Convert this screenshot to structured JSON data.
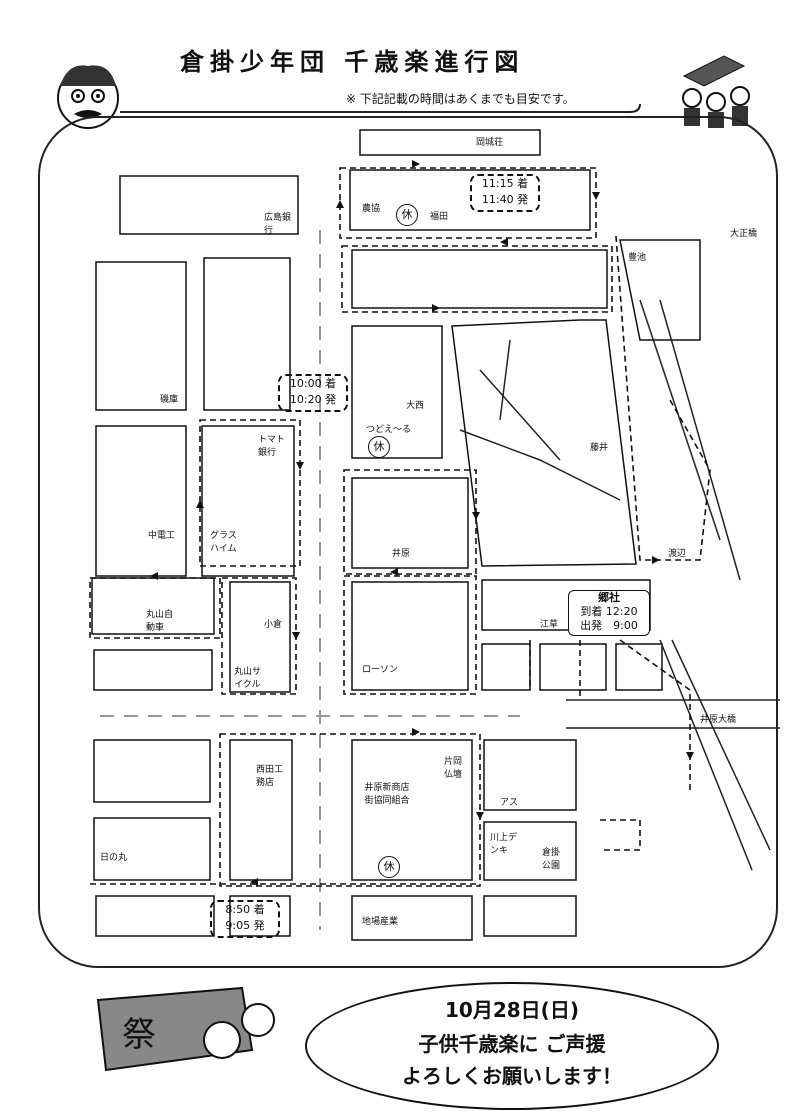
{
  "header": {
    "title": "倉掛少年団 千歳楽進行図",
    "note": "※ 下記記載の時間はあくまでも目安です。"
  },
  "map": {
    "places": [
      "岡城荘",
      "農協",
      "福田",
      "広島銀行",
      "大正橋",
      "豊池",
      "磯庫",
      "大西",
      "つどえ～る",
      "トマト銀行",
      "藤井",
      "中電工",
      "グラスハイム",
      "井原",
      "渡辺",
      "丸山自動車",
      "小倉",
      "郷社",
      "江草",
      "丸山サイクル",
      "ローソン",
      "井原大橋",
      "西田工務店",
      "片岡仏壇",
      "井原新商店街協同組合",
      "アス",
      "川上デンキ",
      "倉掛公園",
      "日の丸",
      "地場産業"
    ],
    "rest_mark": "休",
    "times": {
      "t1_line1": "11:15 着",
      "t1_line2": "11:40 発",
      "t2_line1": "10:00 着",
      "t2_line2": "10:20 発",
      "t3_line1": "8:50 着",
      "t3_line2": "9:05 発",
      "shrine_title": "郷社",
      "shrine_line1": "到着 12:20",
      "shrine_line2": "出発　9:00"
    }
  },
  "footer": {
    "line1": "10月28日(日)",
    "line2": "子供千歳楽に ご声援",
    "line3": "よろしくお願いします！",
    "banner_char": "祭"
  }
}
